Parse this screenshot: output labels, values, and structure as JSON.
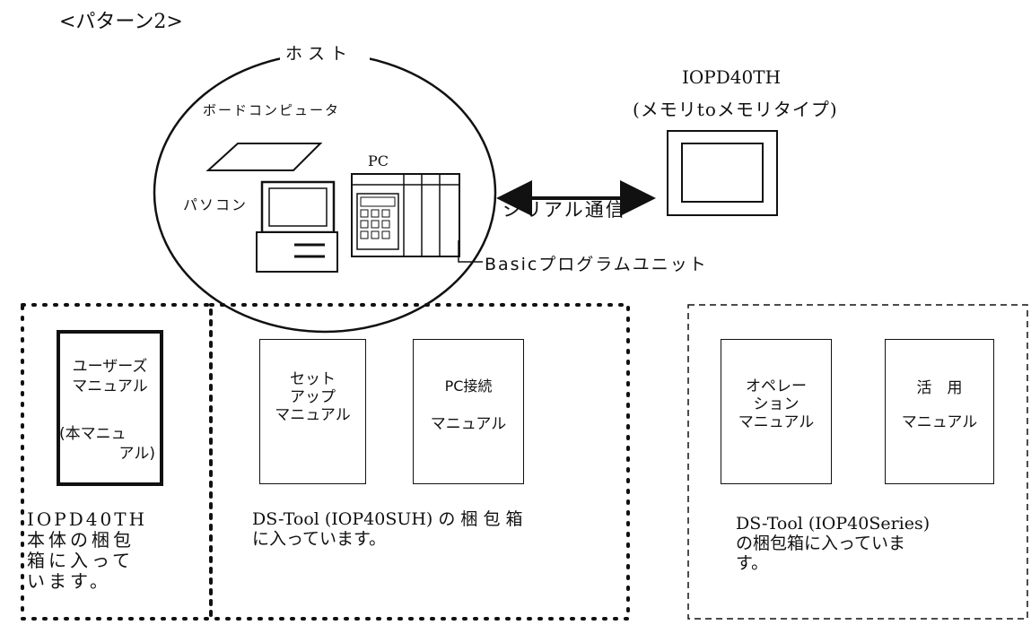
{
  "pattern_label": "<パターン2>",
  "host": {
    "label": "ホスト",
    "board_computer": "ボードコンピュータ",
    "pc": "PC",
    "personal_computer": "パソコン"
  },
  "device": {
    "name": "IOPD40TH",
    "type": "(メモリtoメモリタイプ)"
  },
  "link": {
    "label": "シリアル通信"
  },
  "basic_unit": {
    "label": "Basicプログラムユニット"
  },
  "groups": [
    {
      "manuals": [
        {
          "lines": [
            "ユーザーズ",
            "マニュアル",
            "",
            "(本マニュ",
            "アル)"
          ]
        }
      ],
      "caption_lines": [
        "IOPD40TH",
        "本体の梱包",
        "箱に入って",
        "います。"
      ]
    },
    {
      "manuals": [
        {
          "lines": [
            "セット",
            "アップ",
            "マニュアル"
          ]
        },
        {
          "lines": [
            "PC接続",
            "",
            "マニュアル"
          ]
        }
      ],
      "caption_lines": [
        "DS-Tool (IOP40SUH) の 梱 包 箱",
        "に入っています。"
      ]
    },
    {
      "manuals": [
        {
          "lines": [
            "オペレー",
            "ション",
            "マニュアル"
          ]
        },
        {
          "lines": [
            "活　用",
            "",
            "マニュアル"
          ]
        }
      ],
      "caption_lines": [
        "DS-Tool (IOP40Series)",
        "の梱包箱に入っていま",
        "す。"
      ]
    }
  ]
}
